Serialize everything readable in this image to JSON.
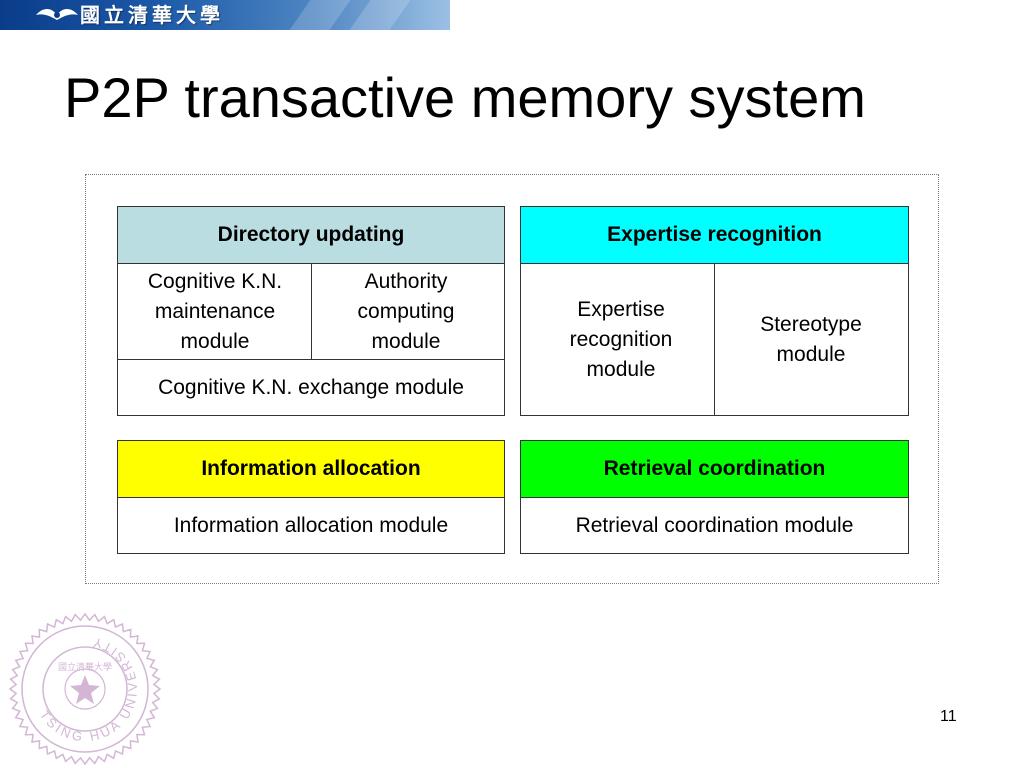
{
  "header": {
    "banner_text": "國立清華大學",
    "accent": "#1b59a8"
  },
  "slide": {
    "title": "P2P transactive memory system",
    "number": "11"
  },
  "diagram": {
    "directory_updating": {
      "heading": "Directory updating",
      "color": "#b9dde0",
      "cells": {
        "cognitive_maintenance": "Cognitive K.N. maintenance module",
        "authority_computing": "Authority computing module",
        "cognitive_exchange": "Cognitive K.N. exchange module"
      }
    },
    "expertise_recognition": {
      "heading": "Expertise recognition",
      "color": "#00ffff",
      "cells": {
        "expertise_module": "Expertise recognition module",
        "stereotype_module": "Stereotype module"
      }
    },
    "information_allocation": {
      "heading": "Information allocation",
      "color": "#ffff00",
      "cells": {
        "allocation_module": "Information allocation module"
      }
    },
    "retrieval_coordination": {
      "heading": "Retrieval coordination",
      "color": "#00ff00",
      "cells": {
        "retrieval_module": "Retrieval coordination module"
      }
    }
  },
  "seal": {
    "ring_text": "TSING HUA UNIVERSITY",
    "inner_text": "國立清華大學",
    "color": "#b07bb5"
  }
}
